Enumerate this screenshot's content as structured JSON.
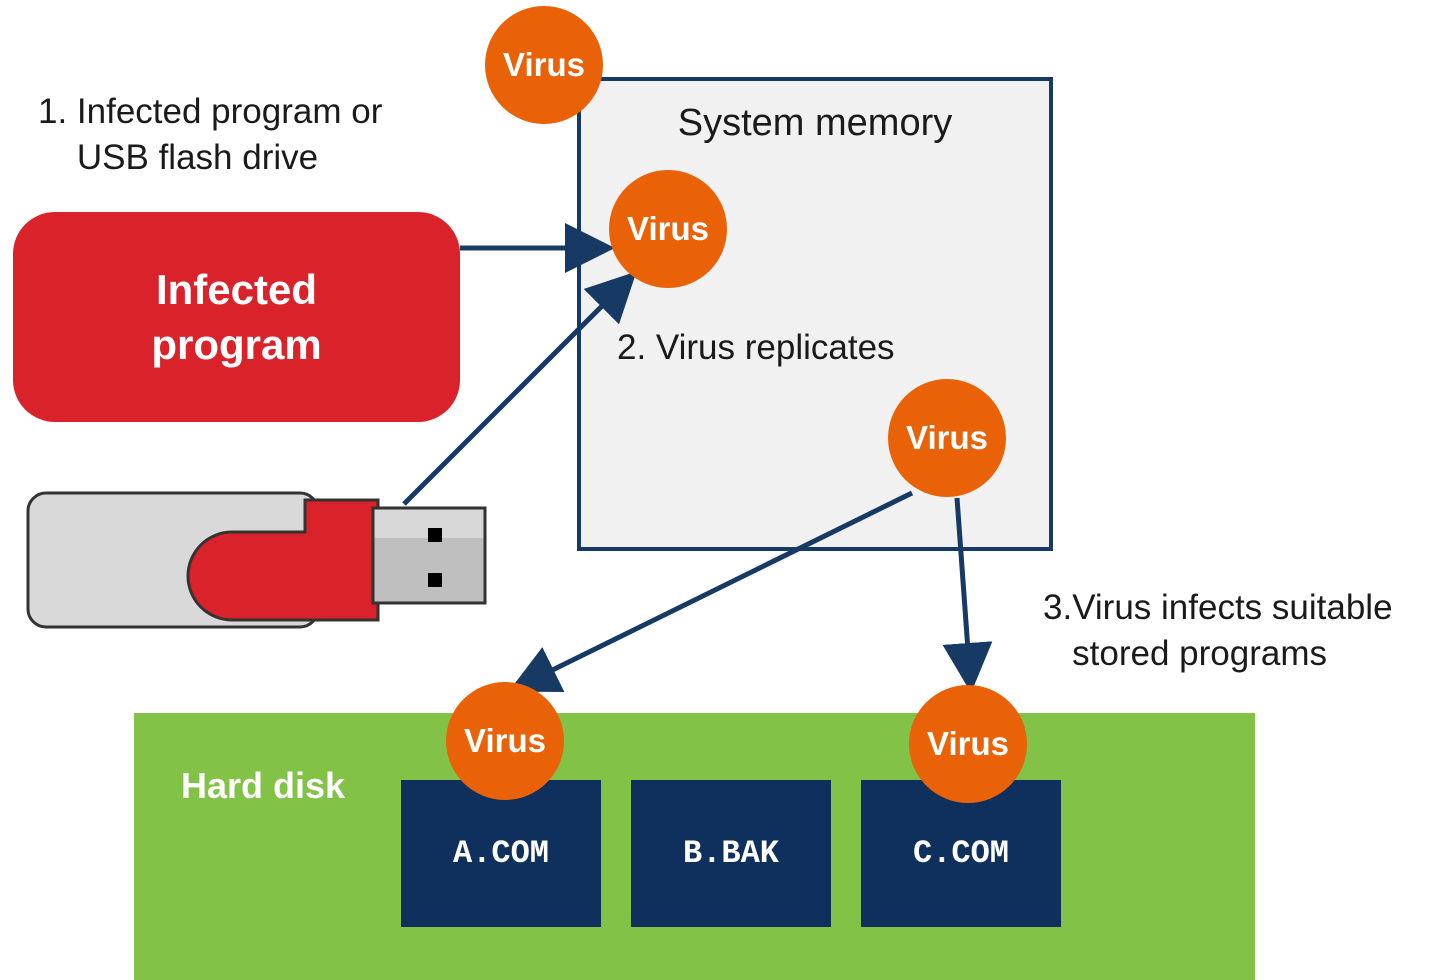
{
  "steps": {
    "step1": "1. Infected program or\n    USB flash drive",
    "step2": "2. Virus replicates",
    "step3": "3.Virus infects suitable\n   stored programs"
  },
  "memory": {
    "title": "System memory"
  },
  "infected_program": {
    "label": "Infected\nprogram"
  },
  "virus_label": "Virus",
  "hard_disk": {
    "label": "Hard disk",
    "files": [
      "A.COM",
      "B.BAK",
      "C.COM"
    ]
  },
  "colors": {
    "virus": "#ea6208",
    "infected_program": "#d9222a",
    "hard_disk": "#82c247",
    "file": "#0f2f5c",
    "arrow": "#163a63",
    "memory_fill": "#f1f1f1"
  }
}
